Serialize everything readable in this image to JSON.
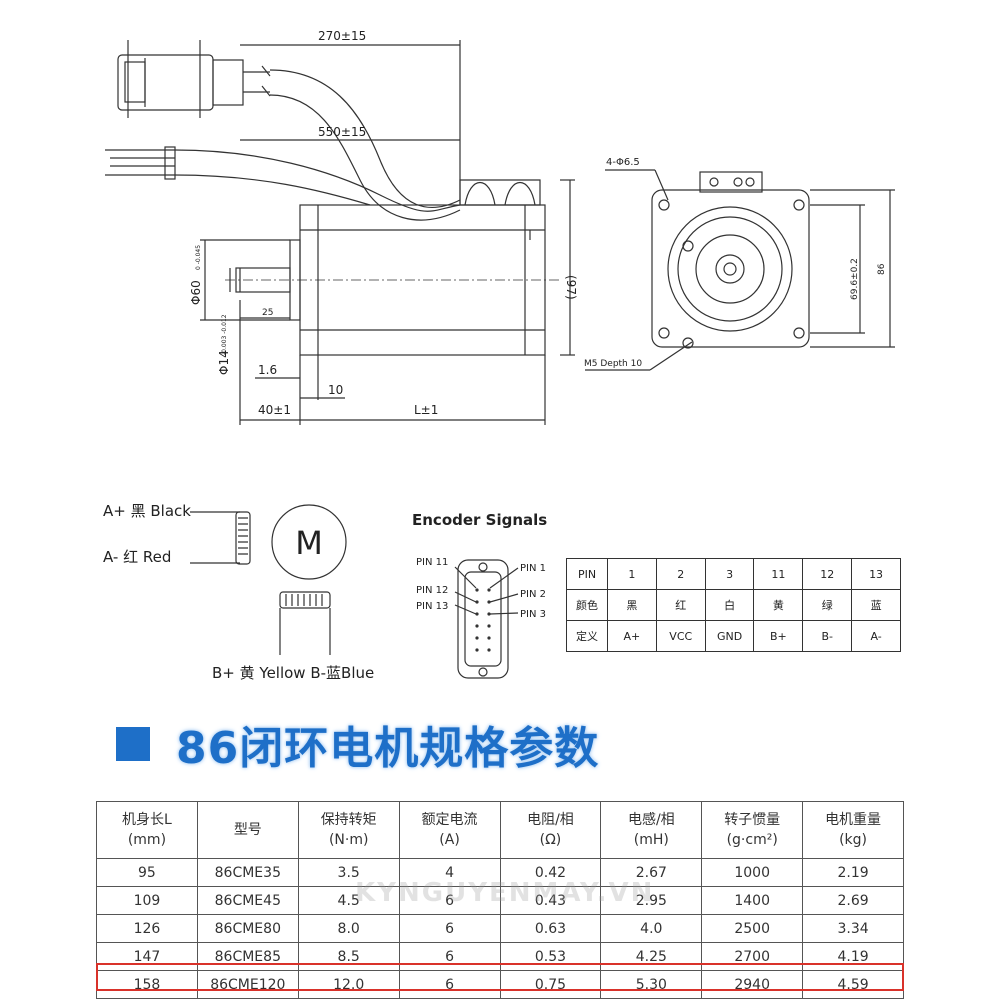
{
  "drawing": {
    "dim_270": "270±15",
    "dim_550": "550±15",
    "dim_97": "(97)",
    "dim_phi60": "Φ60",
    "dim_phi60_tol": "0 -0.045",
    "dim_phi14": "Φ14",
    "dim_phi14_tol": "-0.003 -0.012",
    "dim_25": "25",
    "dim_1_6": "1.6",
    "dim_10": "10",
    "dim_40": "40±1",
    "dim_L": "L±1",
    "holes": "4-Φ6.5",
    "dim_69_6": "69.6±0.2",
    "dim_86": "86",
    "thread": "M5 Depth 10"
  },
  "wiring": {
    "a_plus": "A+ 黑 Black",
    "a_minus": "A- 红 Red",
    "motor_symbol": "M",
    "b_labels": "B+ 黄 Yellow  B-蓝Blue"
  },
  "encoder": {
    "title": "Encoder Signals",
    "pin11": "PIN 11",
    "pin12": "PIN 12",
    "pin13": "PIN 13",
    "pin1": "PIN 1",
    "pin2": "PIN 2",
    "pin3": "PIN 3",
    "table": [
      [
        "PIN",
        "1",
        "2",
        "3",
        "11",
        "12",
        "13"
      ],
      [
        "颜色",
        "黑",
        "红",
        "白",
        "黄",
        "绿",
        "蓝"
      ],
      [
        "定义",
        "A+",
        "VCC",
        "GND",
        "B+",
        "B-",
        "A-"
      ]
    ]
  },
  "spec": {
    "heading": "86闭环电机规格参数",
    "headers": [
      [
        "机身长L",
        "(mm)"
      ],
      [
        "型号",
        ""
      ],
      [
        "保持转矩",
        "(N·m)"
      ],
      [
        "额定电流",
        "(A)"
      ],
      [
        "电阻/相",
        "(Ω)"
      ],
      [
        "电感/相",
        "(mH)"
      ],
      [
        "转子惯量",
        "(g·cm²)"
      ],
      [
        "电机重量",
        "(kg)"
      ]
    ],
    "rows": [
      [
        "95",
        "86CME35",
        "3.5",
        "4",
        "0.42",
        "2.67",
        "1000",
        "2.19"
      ],
      [
        "109",
        "86CME45",
        "4.5",
        "6",
        "0.43",
        "2.95",
        "1400",
        "2.69"
      ],
      [
        "126",
        "86CME80",
        "8.0",
        "6",
        "0.63",
        "4.0",
        "2500",
        "3.34"
      ],
      [
        "147",
        "86CME85",
        "8.5",
        "6",
        "0.53",
        "4.25",
        "2700",
        "4.19"
      ],
      [
        "158",
        "86CME120",
        "12.0",
        "6",
        "0.75",
        "5.30",
        "2940",
        "4.59"
      ]
    ],
    "highlight_color": "#d9322a",
    "heading_color": "#1e6fc8"
  },
  "watermark": "KYNGUYENMAY.VN"
}
